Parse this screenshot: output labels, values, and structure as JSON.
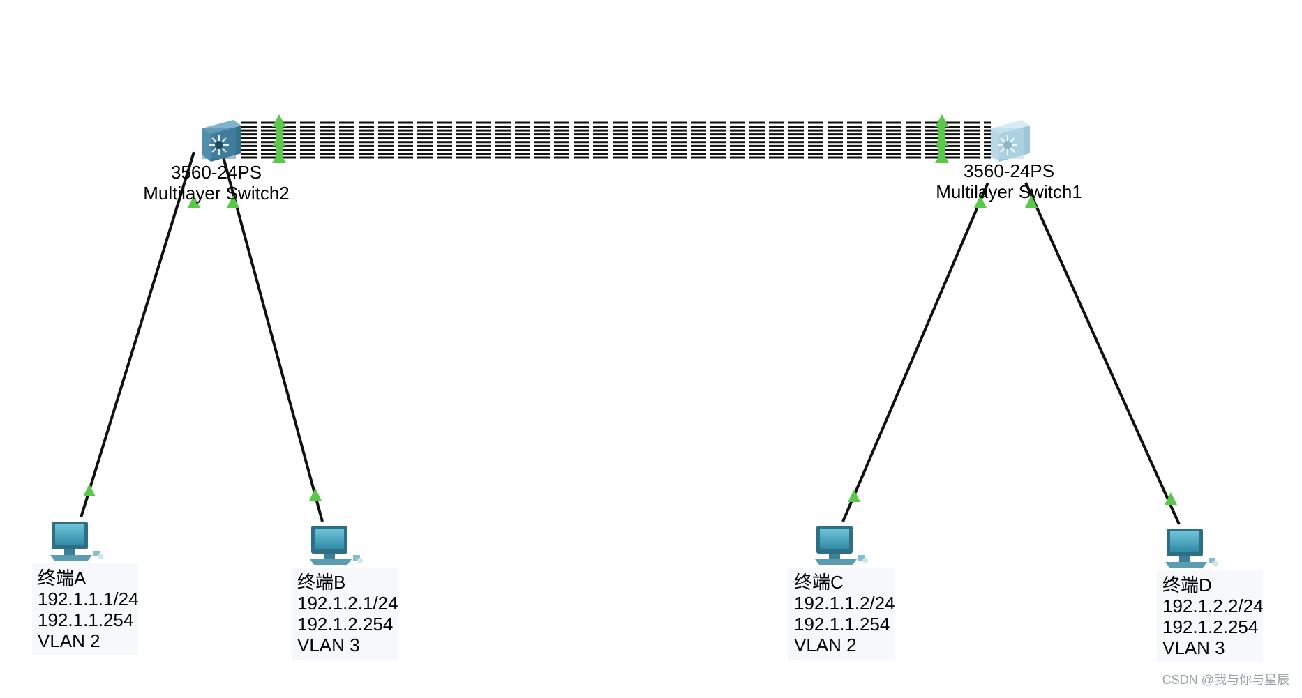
{
  "switches": [
    {
      "id": "switch2",
      "model": "3560-24PS",
      "name": "Multilayer Switch2",
      "color": "#4a7f9e"
    },
    {
      "id": "switch1",
      "model": "3560-24PS",
      "name": "Multilayer Switch1",
      "color": "#a9cfe0"
    }
  ],
  "terminals": [
    {
      "id": "A",
      "name": "终端A",
      "ip": "192.1.1.1/24",
      "gateway": "192.1.1.254",
      "vlan": "VLAN 2"
    },
    {
      "id": "B",
      "name": "终端B",
      "ip": "192.1.2.1/24",
      "gateway": "192.1.2.254",
      "vlan": "VLAN 3"
    },
    {
      "id": "C",
      "name": "终端C",
      "ip": "192.1.1.2/24",
      "gateway": "192.1.1.254",
      "vlan": "VLAN 2"
    },
    {
      "id": "D",
      "name": "终端D",
      "ip": "192.1.2.2/24",
      "gateway": "192.1.2.254",
      "vlan": "VLAN 3"
    }
  ],
  "links": {
    "trunk_count": 10,
    "link_color": "#111111",
    "link_up_color": "#5cc84a"
  },
  "watermark": "CSDN @我与你与星辰"
}
